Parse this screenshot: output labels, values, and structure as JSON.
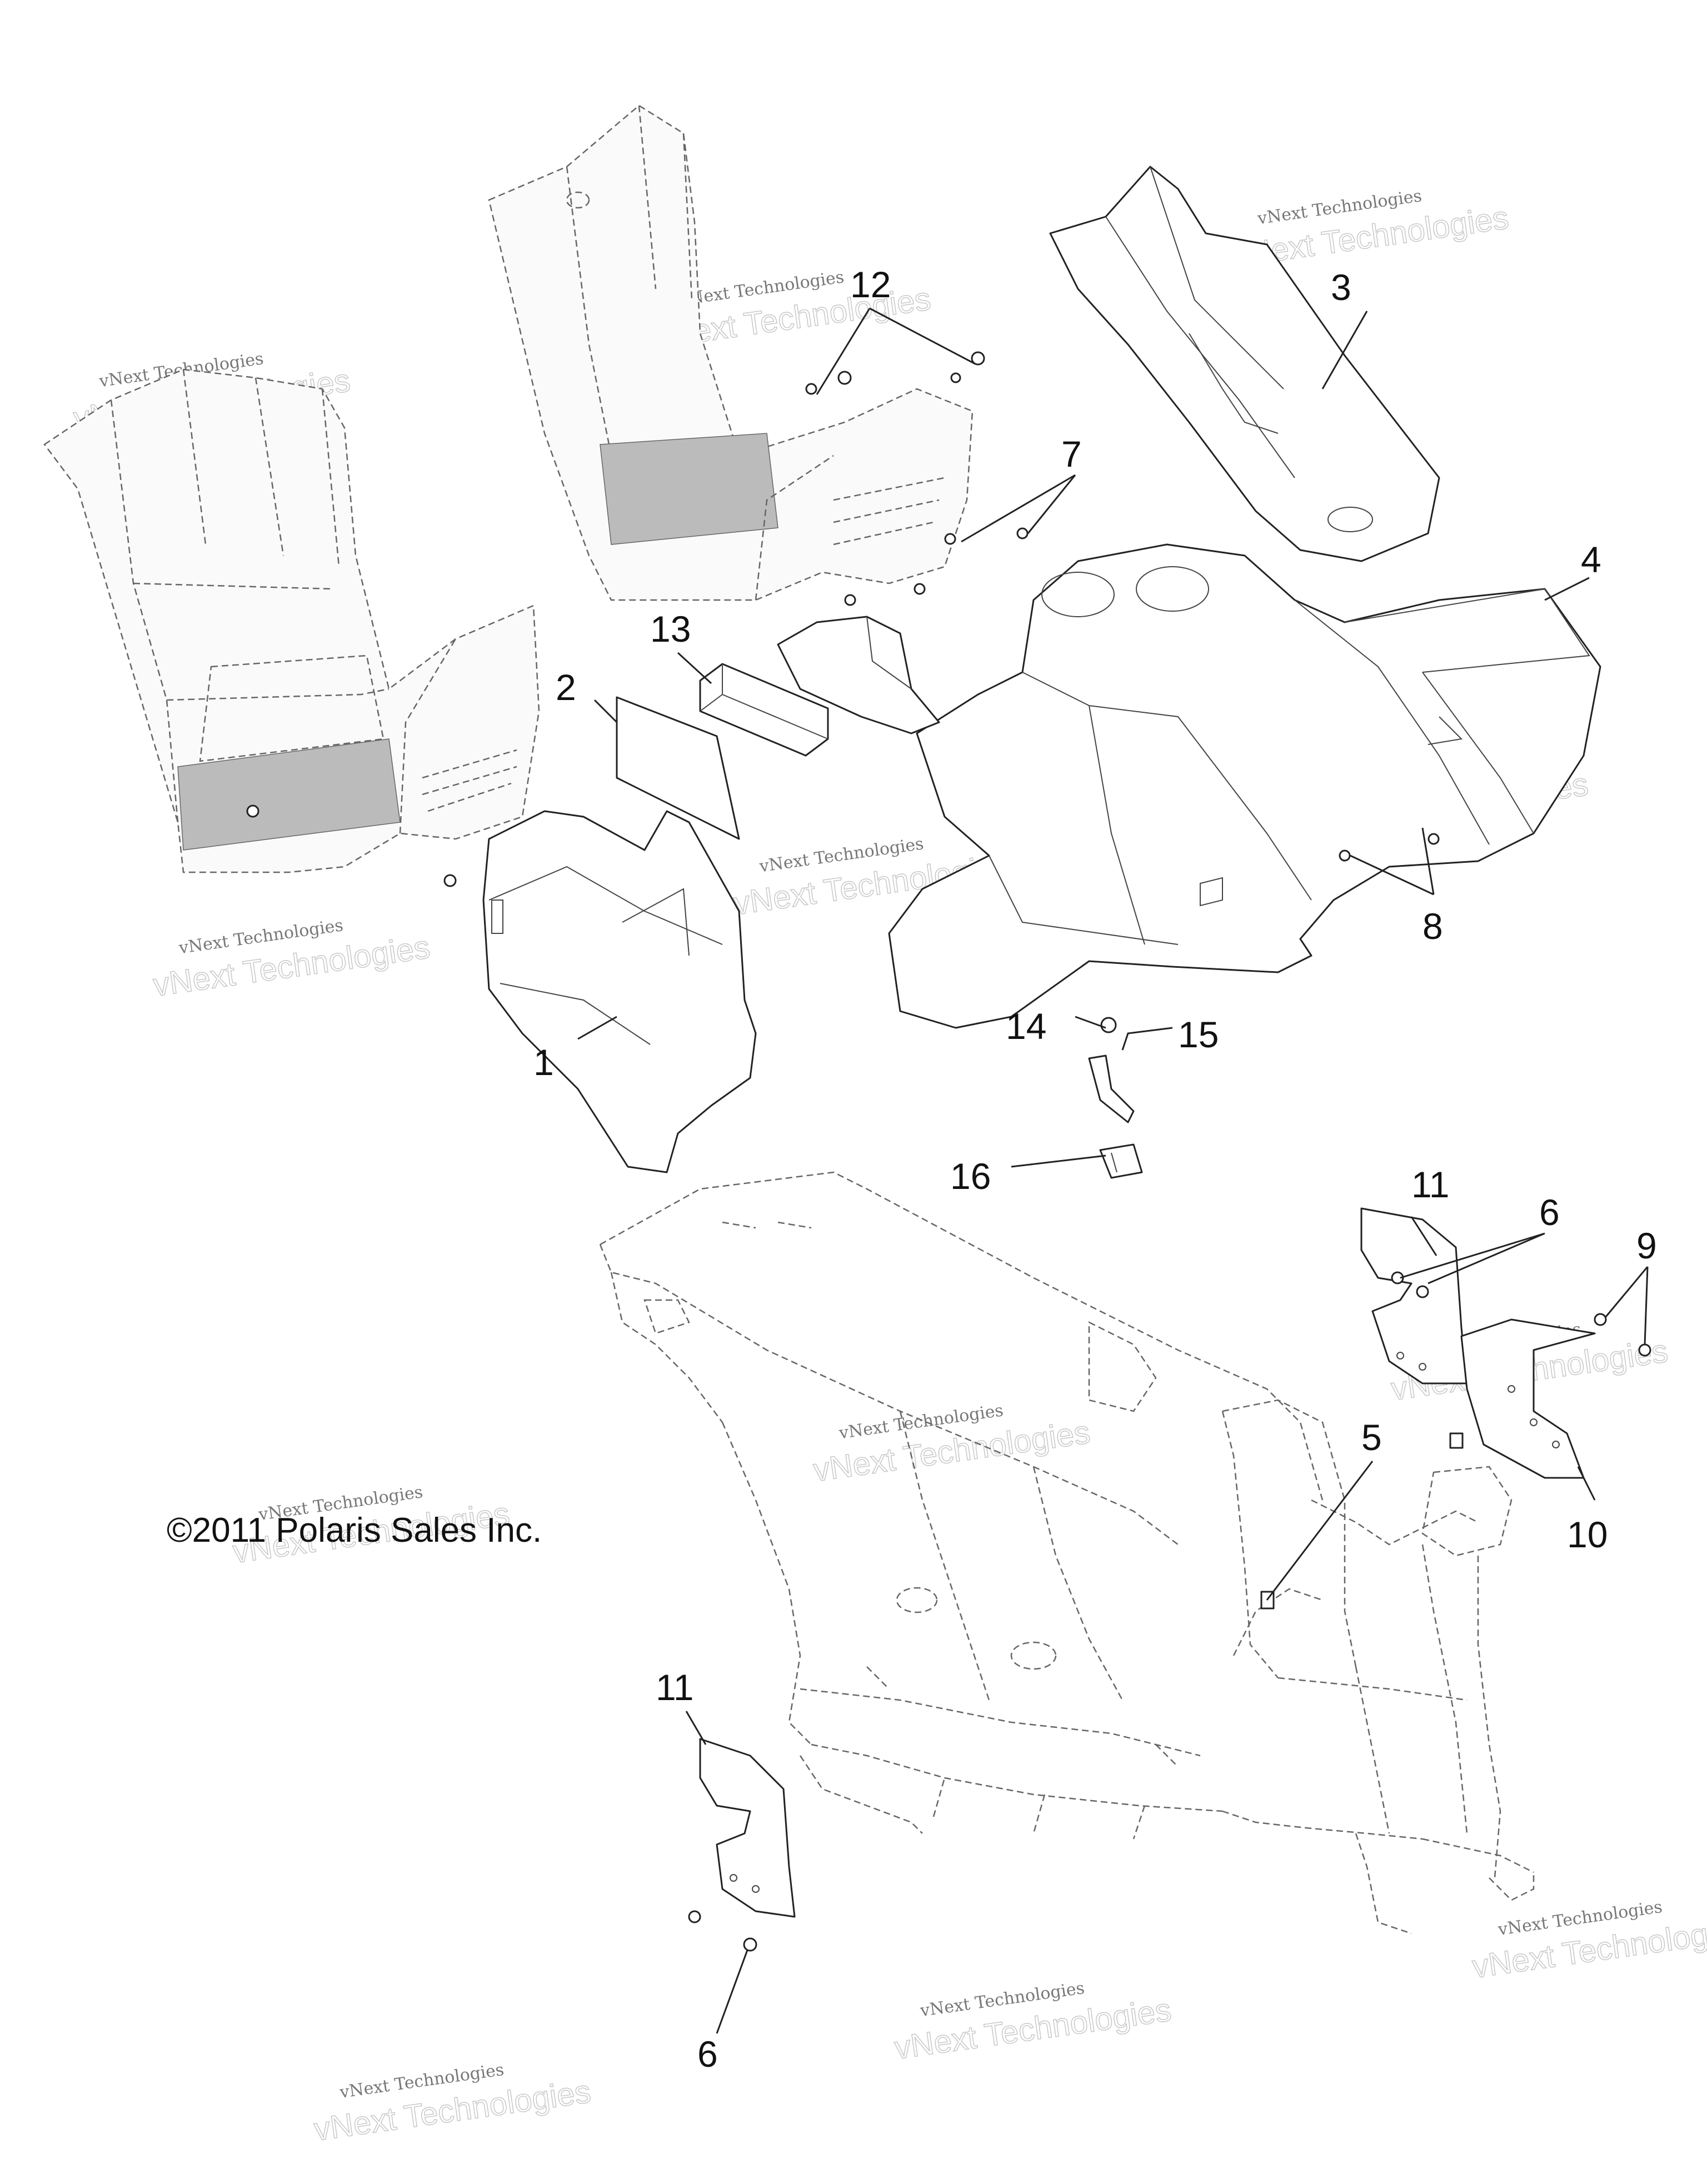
{
  "copyright": "©2011 Polaris Sales Inc.",
  "watermark": {
    "line1": "vNext Technologies",
    "line2": "vNext Technologies"
  },
  "callouts": [
    "1",
    "2",
    "3",
    "4",
    "5",
    "6",
    "6",
    "7",
    "8",
    "9",
    "10",
    "11",
    "11",
    "12",
    "13",
    "14",
    "15",
    "16"
  ]
}
